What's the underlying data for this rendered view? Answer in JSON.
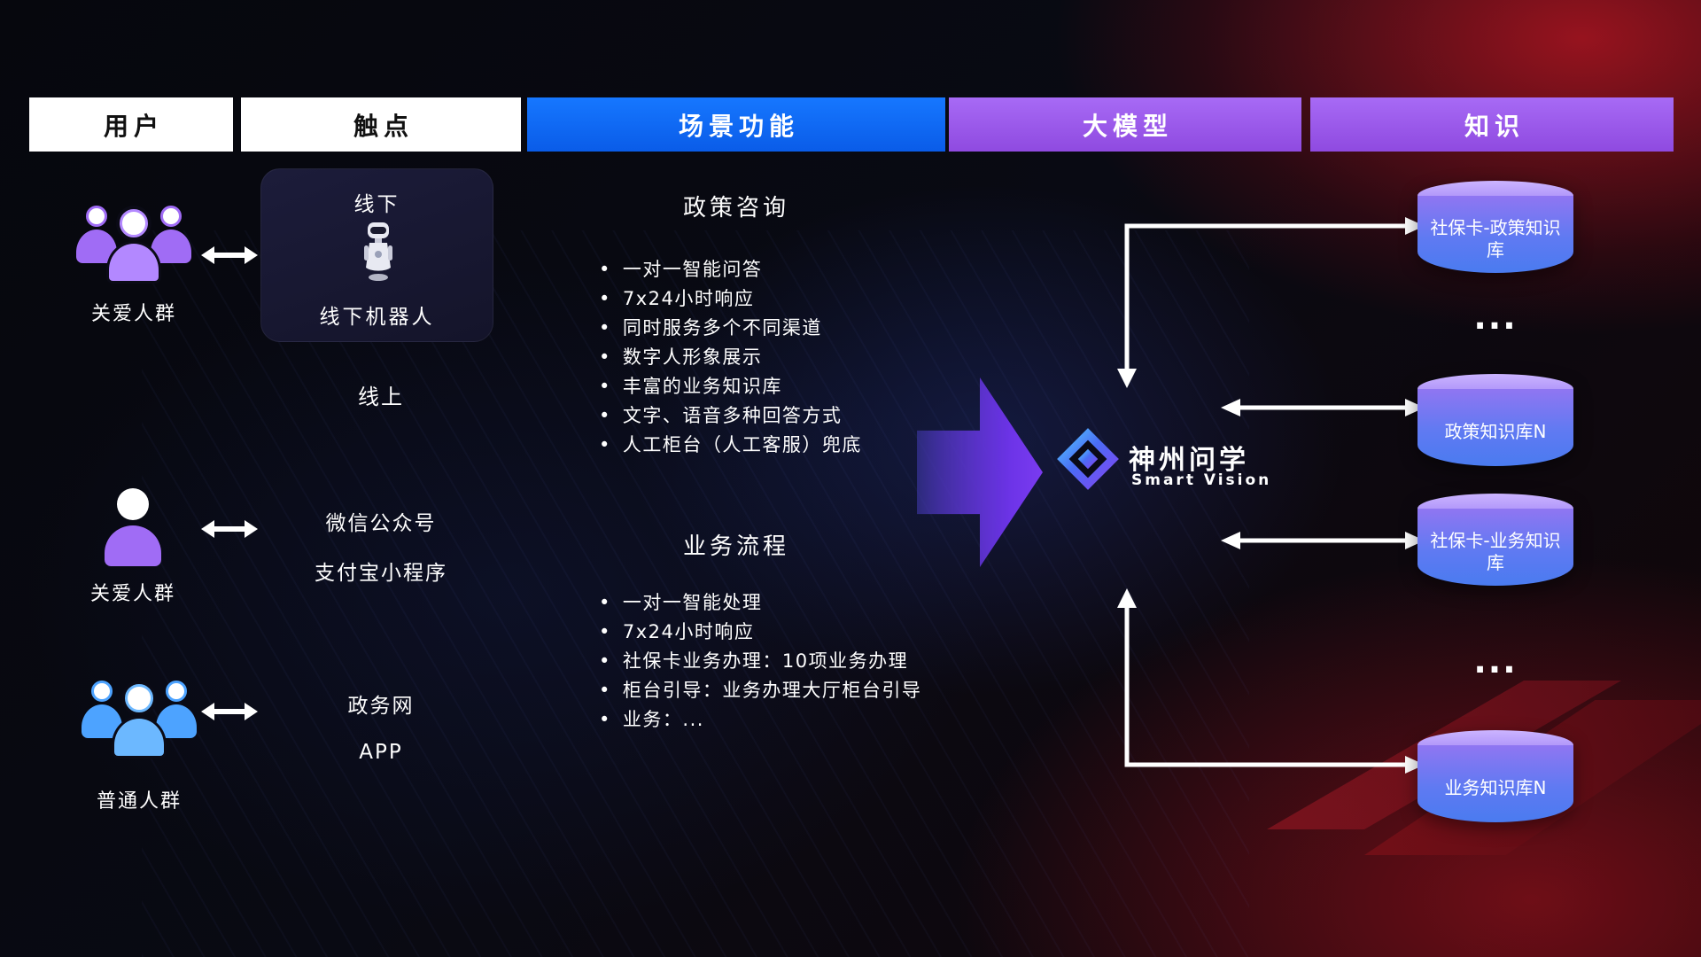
{
  "header": {
    "columns": [
      {
        "label": "用户"
      },
      {
        "label": "触点"
      },
      {
        "label": "场景功能"
      },
      {
        "label": "大模型"
      },
      {
        "label": "知识"
      }
    ]
  },
  "users": {
    "groups": [
      {
        "label": "关爱人群",
        "icon": "people-group-purple"
      },
      {
        "label": "关爱人群",
        "icon": "person-purple"
      },
      {
        "label": "普通人群",
        "icon": "people-group-blue"
      }
    ]
  },
  "touchpoints": {
    "offline": {
      "title": "线下",
      "robot_label": "线下机器人",
      "icon": "robot-icon"
    },
    "online_title": "线上",
    "channels": [
      "微信公众号",
      "支付宝小程序",
      "政务网",
      "APP"
    ]
  },
  "scene_functions": {
    "policy": {
      "title": "政策咨询",
      "items": [
        "一对一智能问答",
        "7x24小时响应",
        "同时服务多个不同渠道",
        "数字人形象展示",
        "丰富的业务知识库",
        "文字、语音多种回答方式",
        "人工柜台（人工客服）兜底"
      ]
    },
    "business": {
      "title": "业务流程",
      "items": [
        "一对一智能处理",
        "7x24小时响应",
        "社保卡业务办理：10项业务办理",
        "柜台引导：业务办理大厅柜台引导",
        "业务：..."
      ]
    }
  },
  "model": {
    "name": "神州问学",
    "subtitle": "Smart Vision"
  },
  "knowledge": {
    "databases": [
      {
        "label": "社保卡-政策知识库"
      },
      {
        "label": "政策知识库N"
      },
      {
        "label": "社保卡-业务知识库"
      },
      {
        "label": "业务知识库N"
      }
    ],
    "ellipsis": "..."
  },
  "colors": {
    "header_blue": "#0b6bf5",
    "header_purple": "#9b5cf0",
    "db_top": "#b89cf8",
    "db_purple": "#8f76f2",
    "db_blue": "#4a7bf0",
    "person_purple": "#a06cf5",
    "person_blue": "#4da3ff",
    "arrow_purple": "#7a3bf0",
    "background_red": "#8a1520"
  }
}
